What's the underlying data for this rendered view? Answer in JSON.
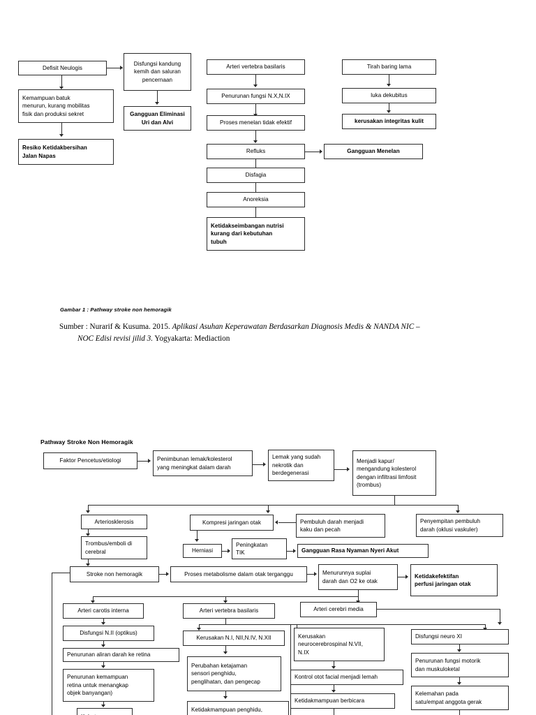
{
  "document": {
    "figure_caption": "Gambar 1 : Pathway stroke non hemoragik",
    "source_prefix": "Sumber : Nurarif & Kusuma. 2015. ",
    "source_italic_1": "Aplikasi Asuhan Keperawatan Berdasarkan Diagnosis Medis & NANDA NIC –",
    "source_italic_2": "NOC Edisi revisi jilid 3.",
    "source_suffix": " Yogyakarta: Mediaction",
    "section_title": "Pathway Stroke Non Hemoragik"
  },
  "diagram1": {
    "title": "Gambar 1 : Pathway stroke non hemoragik",
    "nodes": {
      "defisit_neulogis": "Defisit Neulogis",
      "kemampuan_batuk": "Kemampuan batuk\nmenurun, kurang mobilitas\nfisik dan produksi sekret",
      "resiko_ketidakbersihan": "Resiko Ketidakbersihan\nJalan Napas",
      "disfungsi_kandung_kemih": "Disfungsi kandung\nkemih dan saluran\npencernaan",
      "gangguan_eliminasi": "Gangguan Eliminasi\nUri dan Alvi",
      "arteri_vertebra_basilaris": "Arteri  vertebra basilaris",
      "penurunan_fungsi_nx": "Penurunan fungsi N.X,N.IX",
      "proses_menelan": "Proses menelan tidak efektif",
      "refluks": "Refluks",
      "disfagia": "Disfagia",
      "anoreksia": "Anoreksia",
      "ketidakseimbangan_nutrisi": "Ketidakseimbangan nutrisi\nkurang dari kebutuhan\ntubuh",
      "gangguan_menelan": "Gangguan Menelan",
      "tirah_baring_lama": "Tirah baring lama",
      "luka_dekubitus": "luka dekubitus",
      "kerusakan_integritas_kulit": "kerusakan integritas kulit"
    }
  },
  "diagram2": {
    "title": "Pathway Stroke Non Hemoragik",
    "nodes": {
      "faktor_pencetus": "Faktor Pencetus/etiologi",
      "penimbunan_lemak": "Penimbunan lemak/kolesterol\nyang meningkat dalam darah",
      "lemak_nekrotik": "Lemak yang sudah\nnekrotik dan\nberdegenerasi",
      "menjadi_kapur": "Menjadi kapur/\nmengandung kolesterol\ndengan infiltrasi limfosit\n(trombus)",
      "arteriosklerosis": "Arteriosklerosis",
      "trombus_emboli": "Trombus/emboli di\ncerebral",
      "kompresi_jaringan_otak": "Kompresi jaringan otak",
      "herniasi": "Herniasi",
      "peningkatan_tik": "Peningkatan\nTIK",
      "gangguan_rasa_nyaman": "Gangguan Rasa Nyaman Nyeri Akut",
      "pembuluh_darah_kaku": "Pembuluh darah menjadi\nkaku dan pecah",
      "penyempitan_pembuluh": "Penyempitan pembuluh\ndarah (oklusi vaskuler)",
      "stroke_non_hemoragik": "Stroke non hemoragik",
      "proses_metabolisme": "Proses metabolisme dalam otak terganggu",
      "menurunnya_suplai": "Menurunnya suplai\ndarah dan O2 ke otak",
      "ketidakefektifan_perfusi": "Ketidakefektifan\nperfusi jaringan otak",
      "arteri_carotis_interna": "Arteri carotis interna",
      "arteri_vertebra_basilaris": "Arteri  vertebra basilaris",
      "arteri_cerebri_media": "Arteri  cerebri media",
      "disfungsi_n2": "Disfungsi N.II (optikus)",
      "penurunan_aliran_darah": "Penurunan aliran darah ke retina",
      "penurunan_kemampuan_retina": "Penurunan kemampuan\nretina untuk menangkap\nobjek banyangan)",
      "kebutaan": "Kebutaan",
      "kerusakan_n1": "Kerusakan N.I, NII,N.IV, N.XII",
      "perubahan_ketajaman": "Perubahan ketajaman\nsensori penghidu,\npenglihatan, dan pengecap",
      "ketidakmampuan_penghidu": "Ketidakmampuan penghidu,",
      "kerusakan_neurocerebrospinal": "Kerusakan\nneurocerebrospinal N.VII,\nN.IX",
      "kontrol_otot_facial": "Kontrol otot facial menjadi lemah",
      "ketidakmampuan_berbicara": "Ketidakmampuan berbicara",
      "disfungsi_neuro_xi": "Disfungsi neuro XI",
      "penurunan_fungsi_motorik": "Penurunan fungsi motorik\ndan muskuloketal",
      "kelemahan_pada": "Kelemahan pada\nsatu/empat anggota gerak"
    }
  },
  "style": {
    "line_color": "#2b2b2b",
    "background": "#ffffff",
    "text_color": "#000000"
  }
}
